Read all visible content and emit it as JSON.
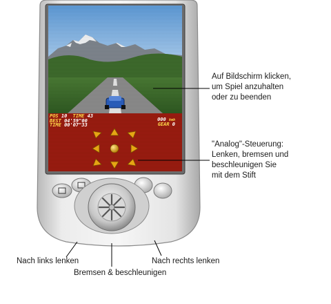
{
  "hud": {
    "pos_label": "POS",
    "pos_value": "10",
    "time_label": "TIME",
    "time_value": "43",
    "best_label": "BEST",
    "best_value": "04'59\"00",
    "lap_time_label": "TIME",
    "lap_time_value": "00'07\"33",
    "speed_value": "000",
    "speed_unit": "kmh",
    "gear_label": "GEAR",
    "gear_value": "0"
  },
  "callouts": {
    "screen_tap": [
      "Auf Bildschirm klicken,",
      "um Spiel anzuhalten",
      "oder zu beenden"
    ],
    "analog_control": [
      "\"Analog\"-Steuerung:",
      "Lenken, bremsen und",
      "beschleunigen Sie",
      "mit dem Stift"
    ],
    "steer_left": "Nach links lenken",
    "steer_right": "Nach rechts lenken",
    "brake_accelerate": "Bremsen & beschleunigen"
  },
  "colors": {
    "device_body": "#e6e6e6",
    "control_panel": "#9b1c10",
    "arrow_gold": "#e6a514",
    "sky": "#6ea6de",
    "grass": "#3c6a2e",
    "road": "#8a8a8a",
    "car": "#2b5fbf"
  }
}
